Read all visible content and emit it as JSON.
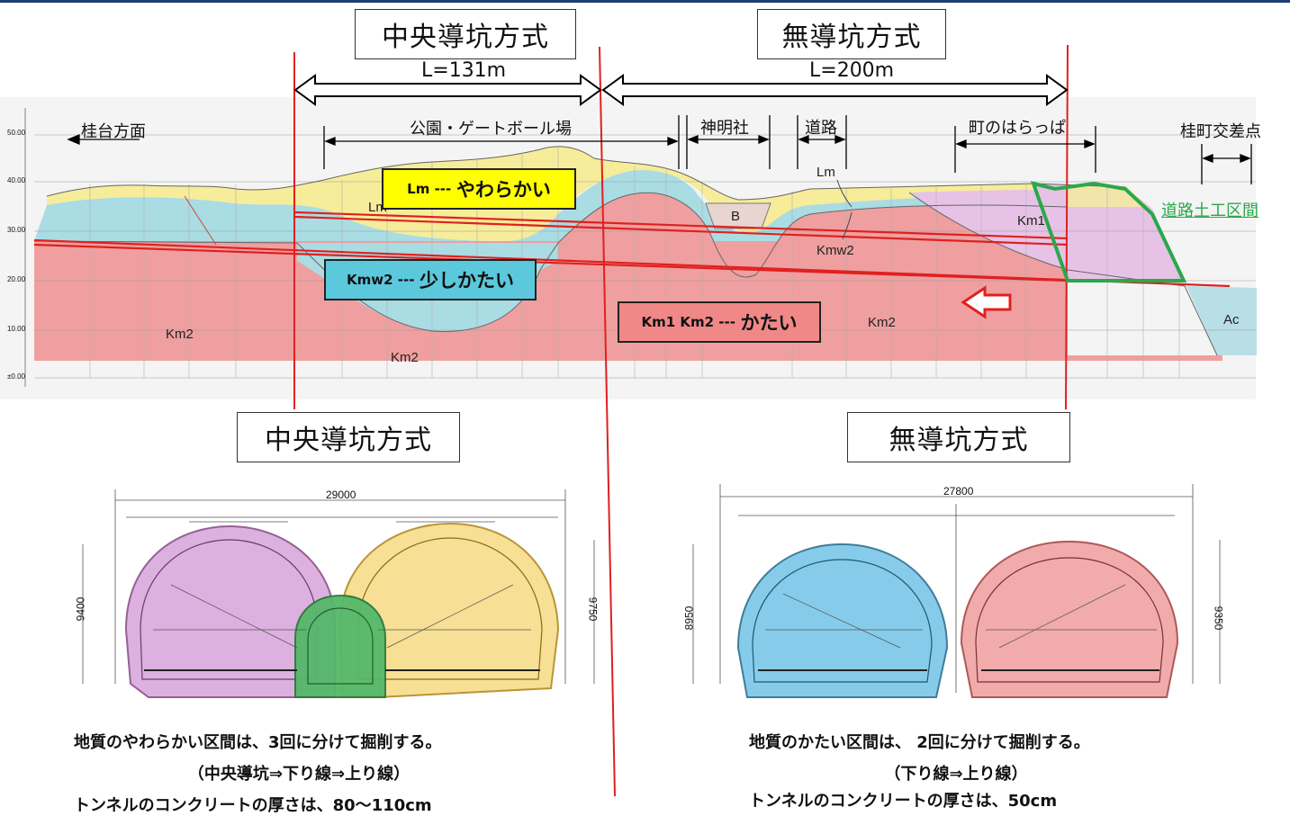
{
  "header": {
    "left_method": "中央導坑方式",
    "right_method": "無導坑方式",
    "left_length": "L=131m",
    "right_length": "L=200m"
  },
  "profile": {
    "direction_left": "桂台方面",
    "direction_right": "桂町交差点",
    "sections": [
      "公園・ゲートボール場",
      "神明社",
      "道路",
      "町のはらっぱ"
    ],
    "road_earthwork": "道路土工区間",
    "y_ticks": [
      "50.00",
      "40.00",
      "30.00",
      "20.00",
      "10.00",
      "±0.00"
    ],
    "soils": {
      "lm": "Lm",
      "kmw2": "Kmw2",
      "km2": "Km2",
      "km1": "Km1",
      "b": "B",
      "ac": "Ac"
    },
    "tags": {
      "soft": {
        "code": "Lm ---",
        "desc": "やわらかい"
      },
      "medium": {
        "code": "Kmw2 ---",
        "desc": "少しかたい"
      },
      "hard": {
        "code": "Km1 Km2 ---",
        "desc": "かたい"
      }
    }
  },
  "lower": {
    "left_method": "中央導坑方式",
    "right_method": "無導坑方式",
    "left_width": "29000",
    "right_width": "27800",
    "left_h1": "9400",
    "left_h2": "9750",
    "right_h1": "8950",
    "right_h2": "9350",
    "left_caption": [
      "地質のやわらかい区間は、3回に分けて掘削する。",
      "（中央導坑⇒下り線⇒上り線）",
      "トンネルのコンクリートの厚さは、80～110cm"
    ],
    "right_caption": [
      "地質のかたい区間は、 2回に分けて掘削する。",
      "（下り線⇒上り線）",
      "トンネルのコンクリートの厚さは、50cm"
    ]
  },
  "colors": {
    "lm_fill": "#f6ec9a",
    "kmw2_fill": "#a9dce3",
    "km_fill": "#ef9f9f",
    "km1_fill": "#e6c3e6",
    "ac_fill": "#b9dfe6",
    "red_line": "#e02020",
    "green": "#2aa84a",
    "soft_tag": "#ffff00",
    "medium_tag": "#5bc8dc",
    "hard_tag": "#f08888",
    "purple_tunnel": "#d9a8dc",
    "yellow_tunnel": "#f7dc8a",
    "green_tunnel": "#55b86a",
    "blue_tunnel": "#79c7e8",
    "pink_tunnel": "#f0a2a2"
  }
}
